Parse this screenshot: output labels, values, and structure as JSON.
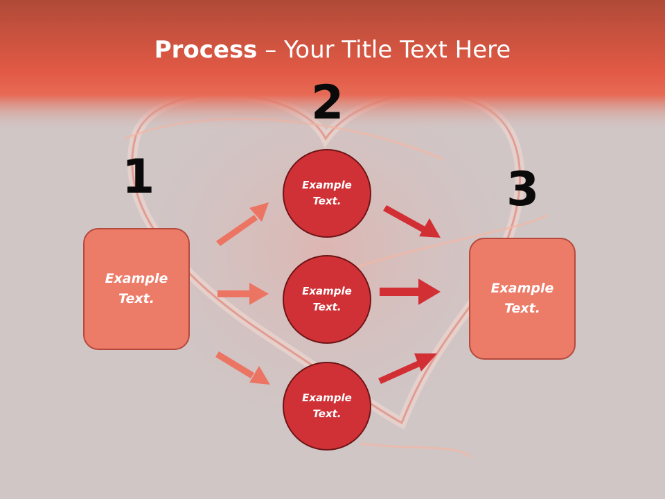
{
  "slide": {
    "title_bold": "Process",
    "title_rest": " – Your Title Text Here"
  },
  "steps": {
    "step1": {
      "number": "1",
      "text": "Example Text."
    },
    "step2": {
      "number": "2"
    },
    "step3": {
      "number": "3",
      "text": "Example Text."
    }
  },
  "circles": [
    {
      "text": "Example Text."
    },
    {
      "text": "Example Text."
    },
    {
      "text": "Example Text."
    }
  ],
  "colors": {
    "header": "#e25a45",
    "box_fill": "#ec7b68",
    "circle_fill": "#cf3136",
    "arrow_light": "#ec7463",
    "arrow_dark": "#d22f35"
  }
}
